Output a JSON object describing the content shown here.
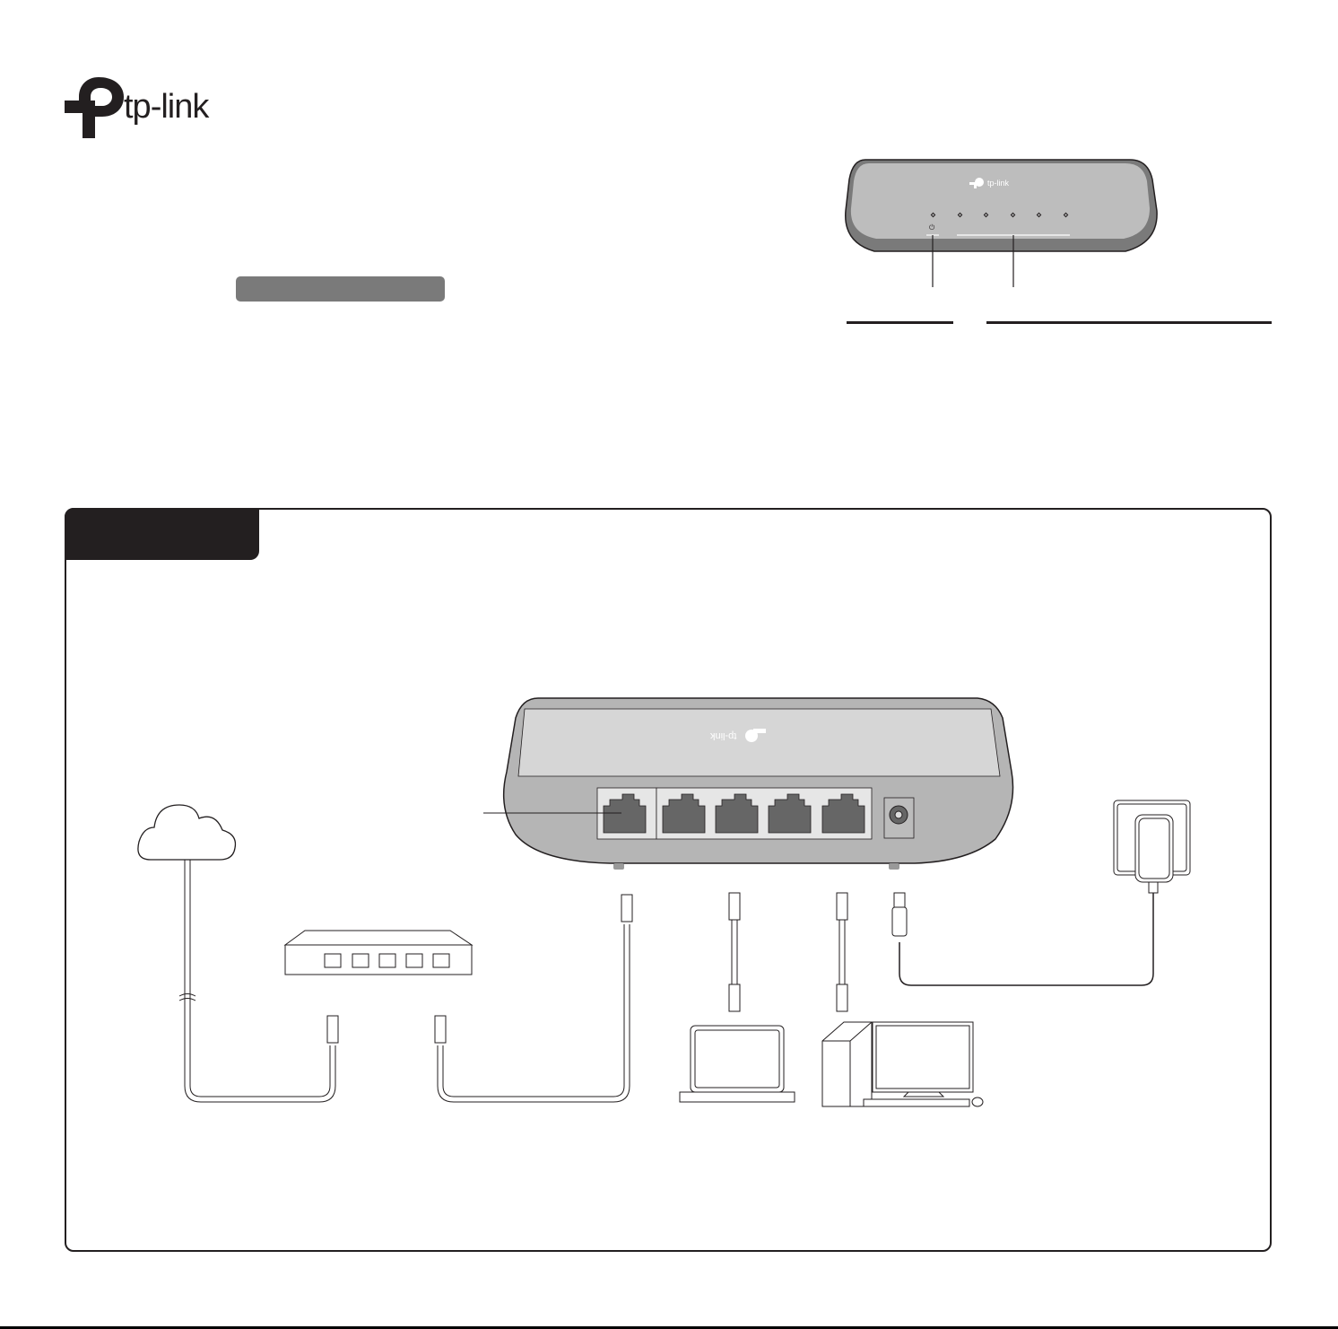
{
  "brand": {
    "logo_text": "tp-link",
    "logo_icon": "tp-link-p-icon",
    "color": "#231f20"
  },
  "header": {
    "highlight_bar_label": ""
  },
  "front_panel": {
    "device_logo": "tp-link",
    "leds": [
      "power",
      "port-1",
      "port-2",
      "port-3",
      "port-4",
      "port-5"
    ],
    "power_symbol": "⏻",
    "callouts": [
      {
        "name": "power-led-callout",
        "label": ""
      },
      {
        "name": "port-leds-callout",
        "label": ""
      }
    ]
  },
  "connection_section": {
    "tab_title": "",
    "rear_panel": {
      "device_logo": "tp-link",
      "ports": [
        "port-1",
        "port-2",
        "port-3",
        "port-4",
        "port-5"
      ],
      "power_jack": "dc-power-jack",
      "callout_label": ""
    },
    "devices": [
      {
        "name": "internet-cloud",
        "icon": "cloud-icon"
      },
      {
        "name": "router",
        "icon": "router-icon",
        "ports": 5
      },
      {
        "name": "laptop",
        "icon": "laptop-icon"
      },
      {
        "name": "desktop-computer",
        "icon": "desktop-icon"
      },
      {
        "name": "power-adapter",
        "icon": "power-outlet-icon"
      }
    ],
    "cables": [
      {
        "from": "internet-cloud",
        "to": "router",
        "type": "ethernet"
      },
      {
        "from": "router",
        "to": "switch-port-1",
        "type": "ethernet"
      },
      {
        "from": "switch-port-2",
        "to": "laptop",
        "type": "ethernet"
      },
      {
        "from": "switch-port-3",
        "to": "desktop-computer",
        "type": "ethernet"
      },
      {
        "from": "switch-dc-jack",
        "to": "power-adapter",
        "type": "power"
      }
    ]
  },
  "colors": {
    "ink": "#231f20",
    "device_light": "#d6d6d6",
    "device_mid": "#a9a9a9",
    "device_dark": "#7a7a7a",
    "port_fill": "#666666",
    "port_bezel": "#e6e6e6"
  }
}
